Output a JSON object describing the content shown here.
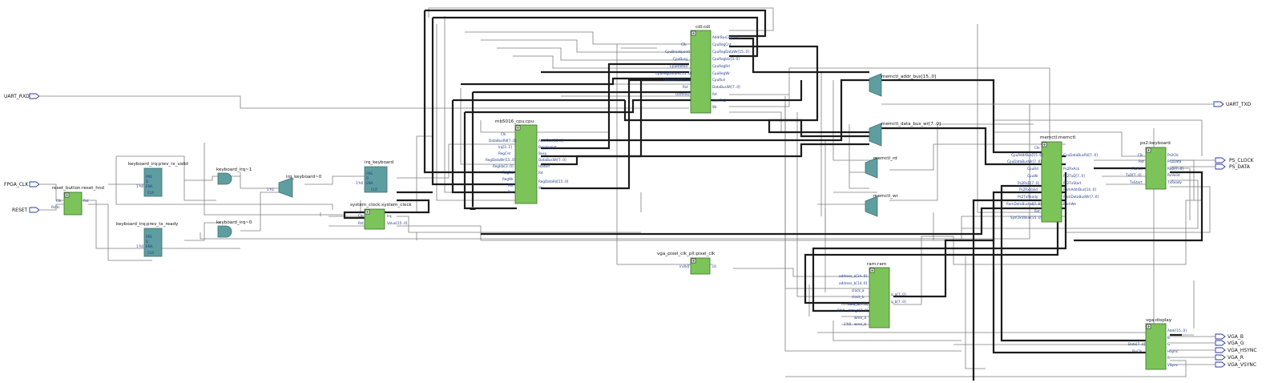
{
  "ports": {
    "inputs": [
      "UART_RXD",
      "FPGA_CLK",
      "RESET"
    ],
    "outputs": [
      "UART_TXD",
      "PS_CLOCK",
      "PS_DATA",
      "VGA_B",
      "VGA_G",
      "VGA_HSYNC",
      "VGA_R",
      "VGA_VSYNC"
    ]
  },
  "instances": {
    "cdi": {
      "name": "cdi:cdi",
      "inputs": [
        "Clk",
        "CpuBreakpoint",
        "CpuBusy",
        "CpuHalted",
        "CpuRegDataAll[15..0]",
        "DataBusRd[7..0]",
        "Rst",
        "UartRxD"
      ],
      "outputs": [
        "AddrBus[15..0]",
        "CpuRegCnt",
        "CpuRegDataWr[15..0]",
        "CpuRegIdx[3..0]",
        "CpuRegRd",
        "CpuRegWr",
        "CpuRun",
        "DataBusWr[7..0]",
        "Rd",
        "UartTxD",
        "Wr"
      ]
    },
    "cpu": {
      "name": "mb5016_cpu:cpu",
      "inputs": [
        "Clk",
        "DataBusRd[7..0]",
        "Irq[3..1]",
        "RegCnt",
        "RegDataWr[15..0]",
        "RegIdx[3..0]",
        "RegRd",
        "RegWr",
        "Rst",
        "Run"
      ],
      "outputs": [
        "AddrBus[15..0]",
        "Breakpoint",
        "Busy",
        "DataBusWr[7..0]",
        "Halted",
        "Rd",
        "RegDataRd[15..0]",
        "Wr"
      ]
    },
    "memctl": {
      "name": "memctl:memctl",
      "inputs": [
        "Clk",
        "CpuAddrBus[15..0]",
        "CpuDataBusWr[7..0]",
        "CpuRd",
        "CpuWr",
        "Ps2RxD[7..0]",
        "Ps2RxValid",
        "Ps2TxReady",
        "RamDataBusRd[7..0]",
        "Rst",
        "SysClkValue[15..0]"
      ],
      "outputs": [
        "CpuDataBusRd[7..0]",
        "Ps2RxAck",
        "Ps2TxD[7..0]",
        "Ps2TxStart",
        "RamAddrBus[14..0]",
        "RamDataBusWr[7..0]",
        "RamWe"
      ]
    },
    "ps2": {
      "name": "ps2:keyboard",
      "inputs": [
        "Clk",
        "Rst",
        "RxAck",
        "TxD[7..0]",
        "TxStart"
      ],
      "outputs": [
        "Ps2Clk",
        "Ps2Data",
        "RxD[7..0]",
        "RxValid",
        "TxReady"
      ]
    },
    "ram": {
      "name": "ram:ram",
      "inputs": [
        "address_a[14..0]",
        "address_b[14..0]",
        "clock_a",
        "clock_b",
        "data_a[7..0]",
        "data_b[7..0]",
        "wren_a",
        "wren_b"
      ],
      "outputs": [
        "q_a[7..0]",
        "q_b[7..0]"
      ],
      "const_labels": [
        "8'h0",
        "1'h0"
      ]
    },
    "vga": {
      "name": "vga:display",
      "inputs": [
        "Data[7..0]",
        "PixClk"
      ],
      "outputs": [
        "Addr[15..0]",
        "B",
        "G",
        "HSync",
        "R",
        "VSync"
      ]
    },
    "pll": {
      "name": "vga_pixel_clk_pll:pixel_clk",
      "inputs": [
        "inclk0"
      ],
      "outputs": [
        "c0"
      ]
    },
    "sysclk": {
      "name": "system_clock:system_clock",
      "inputs": [
        "Clk",
        "Rst"
      ],
      "outputs": [
        "Irq",
        "Value[15..0]"
      ]
    },
    "reset": {
      "name": "reset_button:reset_hnd",
      "inputs": [
        "Clk",
        "RstIn"
      ],
      "outputs": [
        "Rst"
      ]
    },
    "kbd_rx": {
      "name": "keyboard_irq:prev_rx_valid",
      "pins": [
        "PRE",
        "D",
        "ENA",
        "CLR"
      ],
      "left_label": "1'h0"
    },
    "kbd_tx": {
      "name": "keyboard_irq:prev_tx_ready",
      "pins": [
        "PRE",
        "D",
        "ENA",
        "CLR"
      ],
      "left_label": "1'h0"
    },
    "irq_kbd": {
      "name": "irq_keyboard",
      "pins": [
        "PRE",
        "D",
        "ENA",
        "CLR"
      ],
      "left_label": "1'h0"
    },
    "gates": [
      "keyboard_irq~1",
      "keyboard_irq~0",
      "irq_keyboard~0"
    ],
    "mux_irq_label": "1'h1",
    "muxes": [
      "memctl_addr_bus[15..0]",
      "memctl_data_bus_wr[7..0]",
      "memctl_rd",
      "memctl_wr"
    ]
  }
}
